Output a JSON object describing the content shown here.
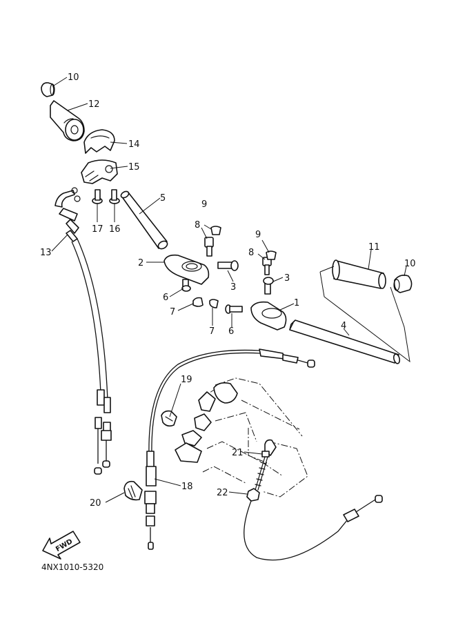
{
  "diagram": {
    "code": "4NX1010-5320",
    "fwd_label": "FWD",
    "callouts": {
      "c1": "1",
      "c2": "2",
      "c3a": "3",
      "c3b": "3",
      "c4": "4",
      "c5": "5",
      "c6a": "6",
      "c6b": "6",
      "c7a": "7",
      "c7b": "7",
      "c8a": "8",
      "c8b": "8",
      "c9a": "9",
      "c9b": "9",
      "c10a": "10",
      "c10b": "10",
      "c11": "11",
      "c12": "12",
      "c13": "13",
      "c14": "14",
      "c15": "15",
      "c16": "16",
      "c17": "17",
      "c18": "18",
      "c19": "19",
      "c20": "20",
      "c21": "21",
      "c22": "22"
    }
  }
}
